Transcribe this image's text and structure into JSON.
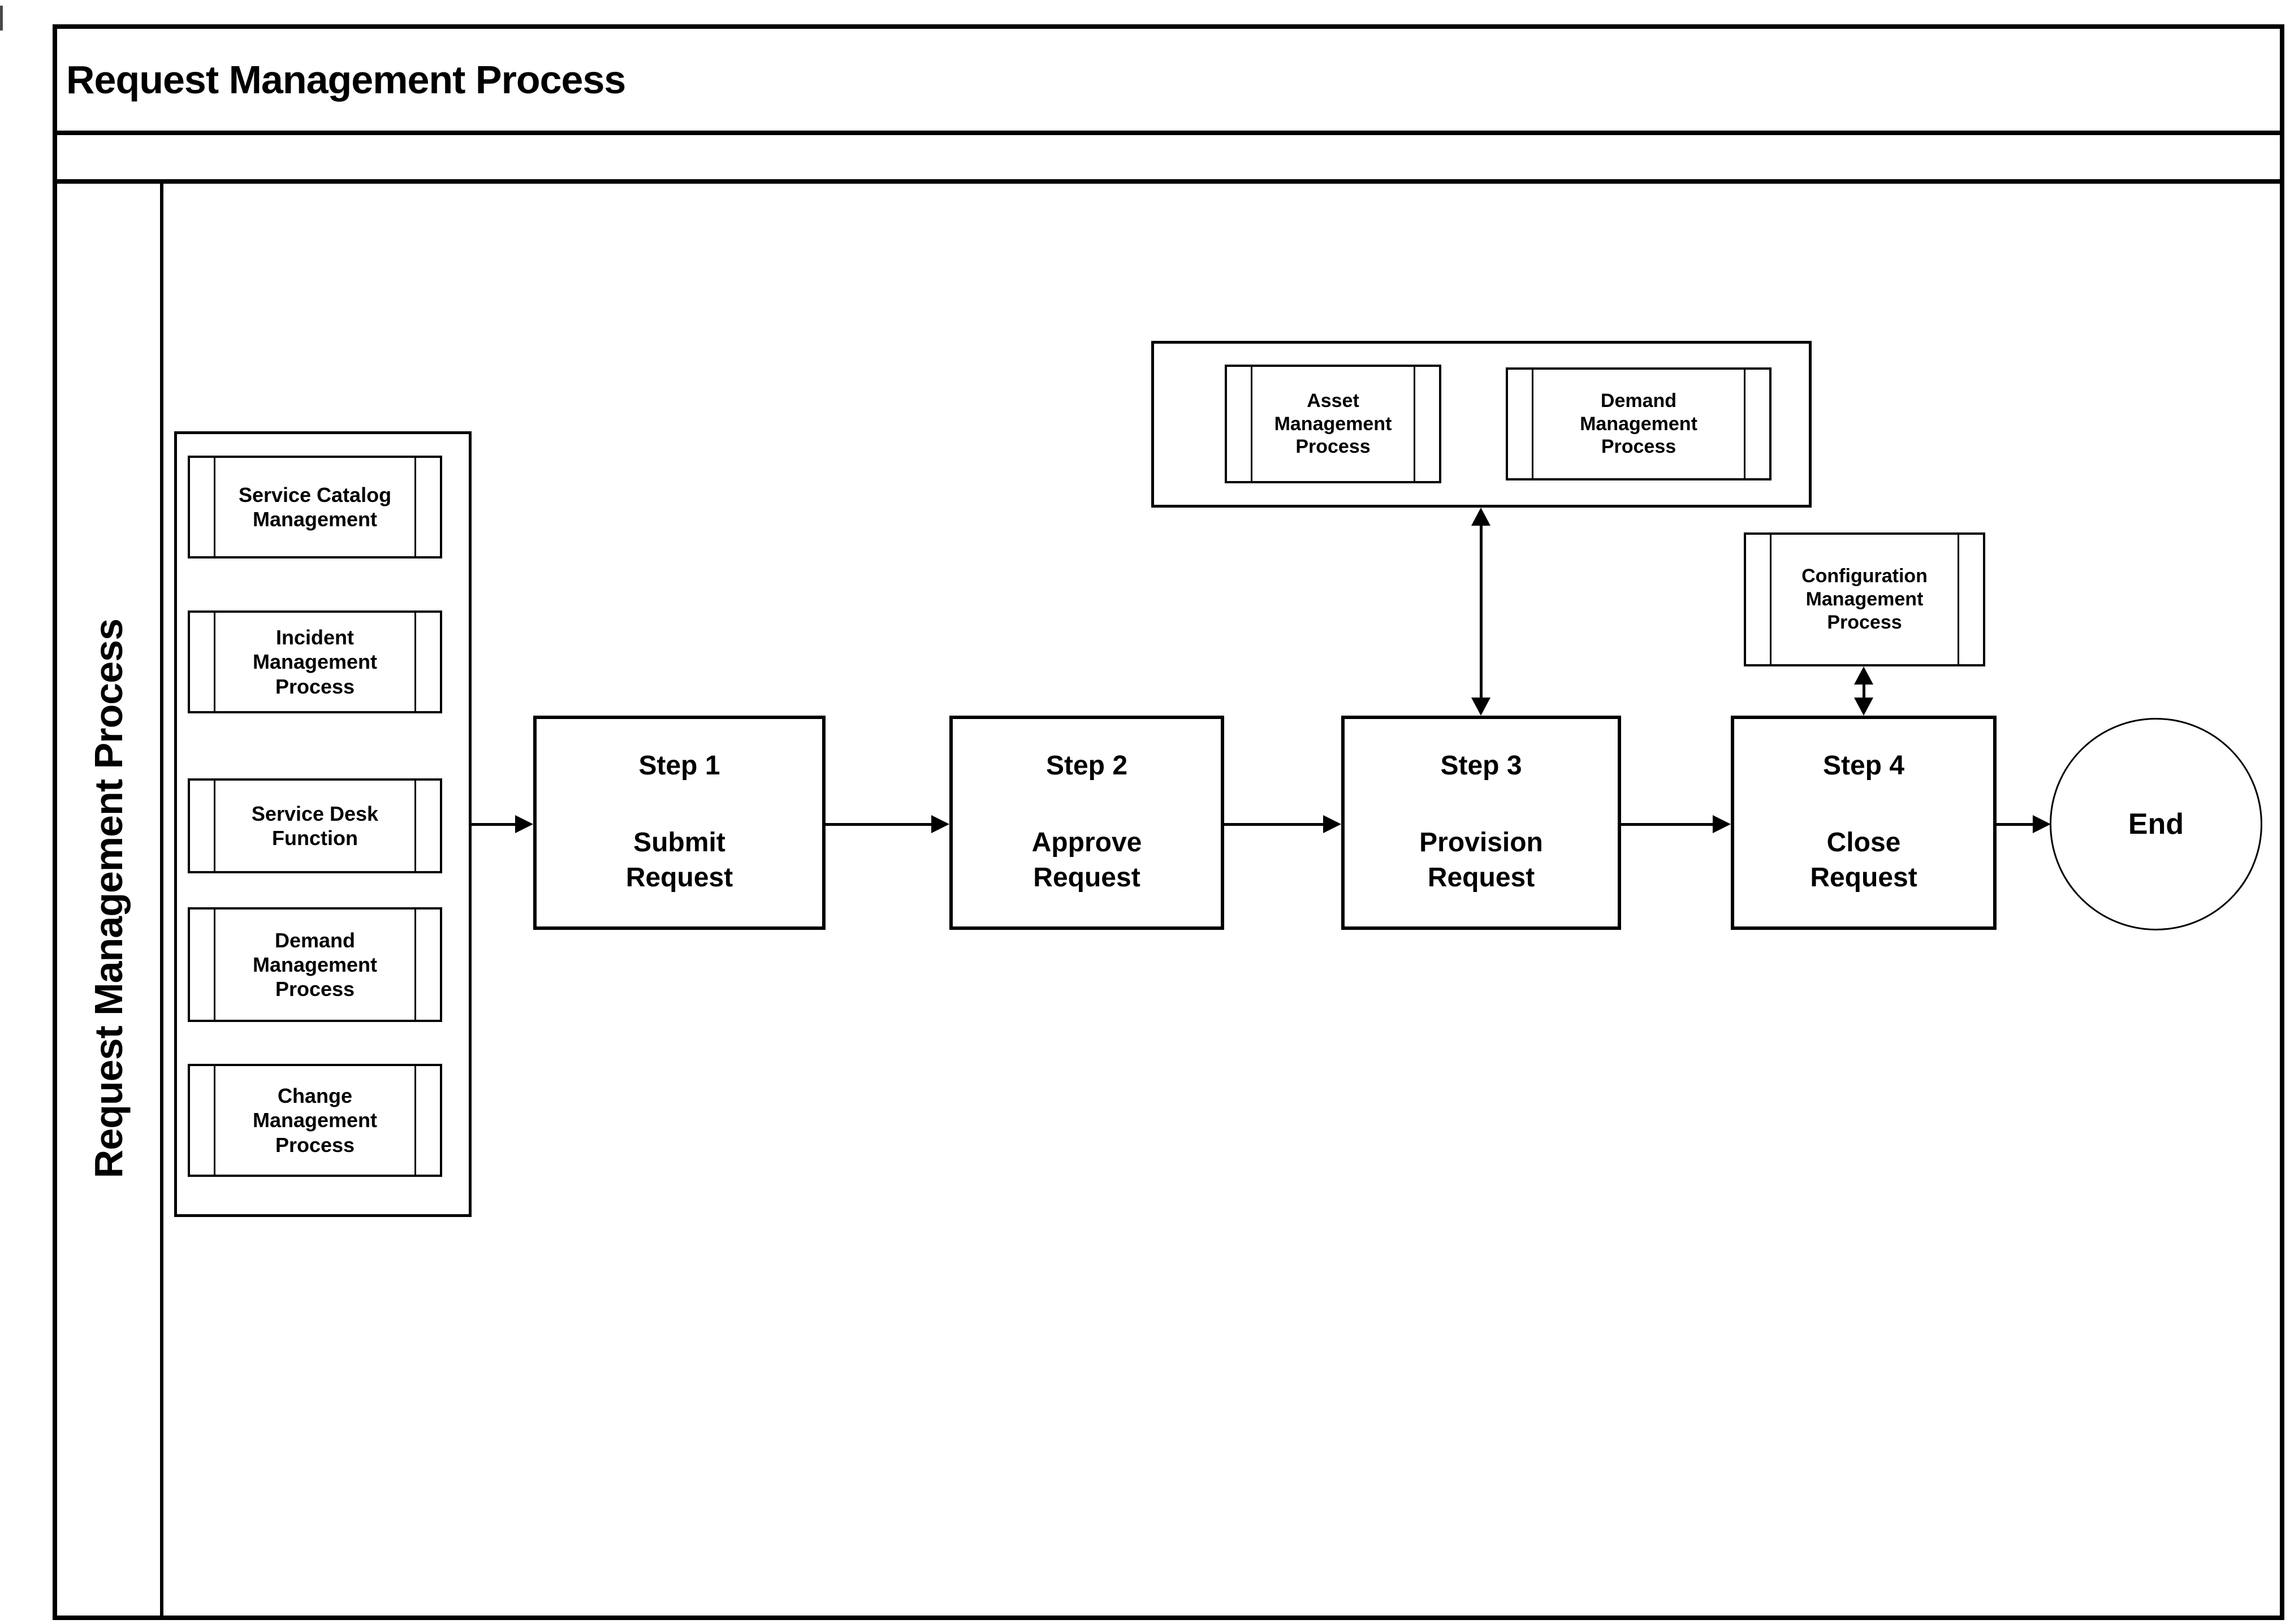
{
  "title": "Request Management Process",
  "lane": {
    "label": "Request Management Process"
  },
  "reference_group": {
    "items": [
      {
        "label": "Service Catalog\nManagement"
      },
      {
        "label": "Incident\nManagement\nProcess"
      },
      {
        "label": "Service Desk\nFunction"
      },
      {
        "label": "Demand\nManagement\nProcess"
      },
      {
        "label": "Change\nManagement\nProcess"
      }
    ]
  },
  "flow": {
    "steps": [
      {
        "title": "Step 1",
        "action": "Submit\nRequest"
      },
      {
        "title": "Step 2",
        "action": "Approve\nRequest"
      },
      {
        "title": "Step 3",
        "action": "Provision\nRequest"
      },
      {
        "title": "Step 4",
        "action": "Close\nRequest"
      }
    ],
    "end_label": "End"
  },
  "support_group": {
    "items": [
      {
        "label": "Asset\nManagement\nProcess"
      },
      {
        "label": "Demand\nManagement\nProcess"
      }
    ]
  },
  "config_box": {
    "label": "Configuration\nManagement\nProcess"
  },
  "colors": {
    "ink": "#000000",
    "paper": "#ffffff"
  }
}
